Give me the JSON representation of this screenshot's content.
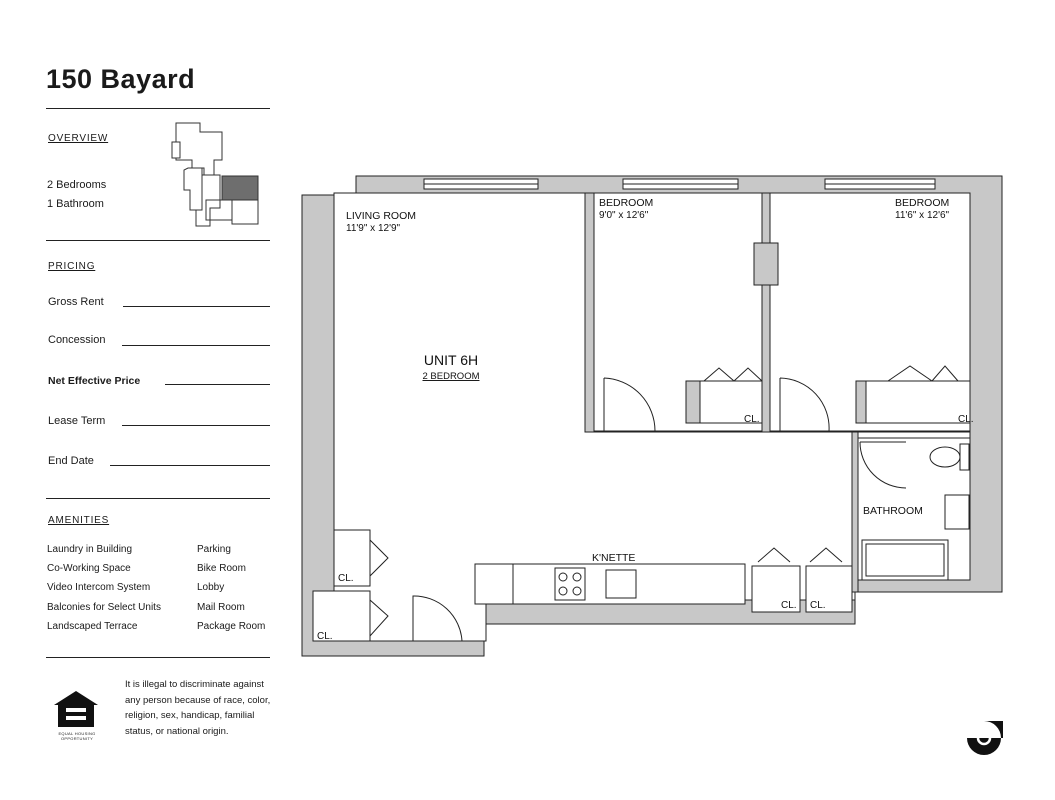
{
  "building": {
    "title": "150 Bayard"
  },
  "overview": {
    "heading": "OVERVIEW",
    "bedrooms": "2 Bedrooms",
    "bathrooms": "1 Bathroom"
  },
  "pricing": {
    "heading": "PRICING",
    "gross_rent": "Gross Rent",
    "concession": "Concession",
    "net_effective": "Net Effective Price",
    "lease_term": "Lease Term",
    "end_date": "End Date"
  },
  "amenities": {
    "heading": "AMENITIES",
    "col1": [
      "Laundry in Building",
      "Co-Working Space",
      "Video Intercom System",
      "Balconies for Select Units",
      "Landscaped Terrace"
    ],
    "col2": [
      "Parking",
      "Bike Room",
      "Lobby",
      "Mail Room",
      "Package Room"
    ]
  },
  "legal": {
    "text": "It is illegal to discriminate against any person because of race, color, religion, sex, handicap, familial status, or national origin.",
    "eho_caption": "EQUAL HOUSING OPPORTUNITY"
  },
  "floorplan": {
    "unit": "UNIT 6H",
    "unit_type": "2 BEDROOM",
    "living_room": "LIVING ROOM",
    "living_room_dim": "11'9\" x 12'9\"",
    "bedroom1": "BEDROOM",
    "bedroom1_dim": "9'0\" x 12'6\"",
    "bedroom2": "BEDROOM",
    "bedroom2_dim": "11'6\" x 12'6\"",
    "bathroom": "BATHROOM",
    "kitchenette": "K'NETTE",
    "closet": "CL."
  },
  "colors": {
    "wall": "#c8c8c8",
    "line": "#222222",
    "key_unit": "#6e6e6e"
  }
}
